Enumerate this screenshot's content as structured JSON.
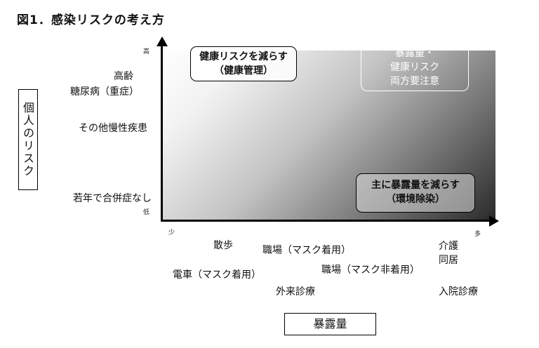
{
  "title": "図1．感染リスクの考え方",
  "axes": {
    "y_label": "個人のリスク",
    "x_label": "暴露量",
    "y_high": "高",
    "y_low": "低",
    "x_low": "少",
    "x_high": "多"
  },
  "quadrant_boxes": {
    "top_left": [
      "健康リスクを減らす",
      "（健康管理）"
    ],
    "top_right": [
      "暴露量・",
      "健康リスク",
      "両方要注意"
    ],
    "bottom_right": [
      "主に暴露量を減らす",
      "（環境除染）"
    ]
  },
  "y_items": [
    "高齢",
    "糖尿病（重症）",
    "その他慢性疾患",
    "若年で合併症なし"
  ],
  "x_items": [
    "散歩",
    "電車（マスク着用）",
    "職場（マスク着用）",
    "外来診療",
    "職場（マスク非着用）",
    "介護",
    "同居",
    "入院診療"
  ],
  "colors": {
    "gradient_light": "#ffffff",
    "gradient_dark": "#2a2a2a",
    "axis": "#000000"
  }
}
